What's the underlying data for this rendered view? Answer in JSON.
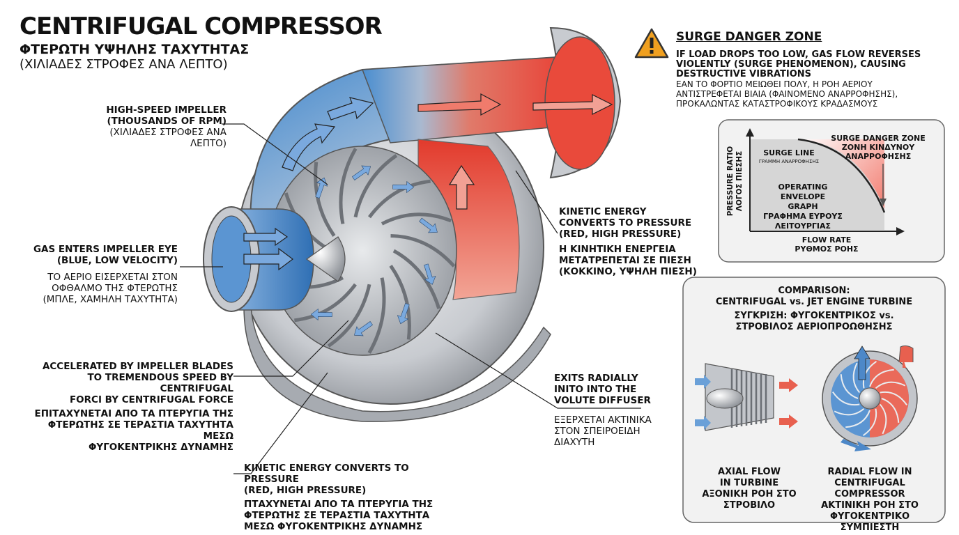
{
  "header": {
    "title": "CENTRIFUGAL COMPRESSOR",
    "subtitle": "ΦΤΕΡΩΤΗ ΥΨΗΛΗΣ ΤΑΧΥΤΗΤΑΣ",
    "subtitle_gr": "(ΧΙΛΙΑΔΕΣ ΣΤΡΟΦΕΣ ΑΝΑ ΛΕΠΤΟ)"
  },
  "callouts": {
    "impeller": {
      "en1": "HIGH-SPEED IMPELLER",
      "en2": "(THOUSANDS OF RPM)",
      "gr": "(ΧΙΛΙΑΔΕΣ ΣΤΡΟΦΕΣ ΑΝΑ ΛΕΠΤΟ)"
    },
    "inlet": {
      "en1": "GAS ENTERS IMPELLER EYE",
      "en2": "(BLUE, LOW VELOCITY)",
      "gr1": "ΤΟ ΑΕΡΙΟ ΕΙΣΕΡΧΕΤΑΙ ΣΤΟΝ",
      "gr2": "ΟΦΘΑΛΜΟ ΤΗΣ ΦΤΕΡΩΤΗΣ",
      "gr3": "(ΜΠΛΕ, ΧΑΜΗΛΗ ΤΑΧΥΤΗΤΑ)"
    },
    "accelerated": {
      "en1": "ACCELERATED BY IMPELLER BLADES",
      "en2": "TO TREMENDOUS SPEED BY CENTRIFUGAL",
      "en3": "FORCI BY CENTRIFUGAL FORCE",
      "gr1": "ΕΠΙΤΑΧΥΝΕΤΑΙ ΑΠΟ ΤΑ ΠΤΕΡΥΓΙΑ ΤΗΣ",
      "gr2": "ΦΤΕΡΩΤΗΣ ΣΕ ΤΕΡΑΣΤΙΑ ΤΑΧΥΤΗΤΑ ΜΕΣΩ",
      "gr3": "ΦΥΓΟΚΕΝΤΡΙΚΗΣ ΔΥΝΑΜΗΣ"
    },
    "kinetic_bottom": {
      "en1": "KINETIC ENERGY CONVERTS  TO PRESSURE",
      "en2": "(RED, HIGH PRESSURE)",
      "gr1": "ΠΤΑΧΥΝΕΤΑΙ ΑΠΟ ΤΑ ΠΤΕΡΥΓΙΑ ΤΗΣ",
      "gr2": "ΦΤΕΡΩΤΗΣ ΣΕ ΤΕΡΑΣΤΙΑ ΤΑΧΥΤΗΤΑ",
      "gr3": "ΜΕΣΩ ΦΥΓΟΚΕΝΤΡΙΚΗΣ ΔΥΝΑΜΗΣ"
    },
    "kinetic_right": {
      "en1": "KINETIC ENERGY",
      "en2": "CONVERTS TO PRESSURE",
      "en3": "(RED, HIGH PRESSURE)",
      "gr1": "Η ΚΙΝΗΤΙΚΗ ΕΝΕΡΓΕΙΑ",
      "gr2": "ΜΕΤΑΤΡΕΠΕΤΑΙ ΣΕ ΠΙΕΣΗ",
      "gr3": "(ΚΟΚΚΙΝΟ, ΥΨΗΛΗ ΠΙΕΣΗ)"
    },
    "exits": {
      "en1": "EXITS RADIALLY",
      "en2": "INITO INTO THE",
      "en3": "VOLUTE DIFFUSER",
      "gr1": "ΕΞΕΡΧΕΤΑΙ ΑΚΤΙΝΙΚΑ",
      "gr2": "ΣΤΟΝ ΣΠΕΙΡΟΕΙΔΗ",
      "gr3": "ΔΙΑΧΥΤΗ"
    }
  },
  "surge": {
    "title": "SURGE DANGER ZONE",
    "en1": "IF LOAD DROPS TOO LOW, GAS FLOW REVERSES",
    "en2": "VIOLENTLY (SURGE PHENOMENON), CAUSING",
    "en3": "DESTRUCTIVE VIBRATIONS",
    "gr1": "ΕΑΝ ΤΟ ΦΟΡΤΙΟ ΜΕΙΩΘΕΙ ΠΟΛΥ, Η ΡΟΗ ΑΕΡΙΟΥ",
    "gr2": "ΑΝΤΙΣΤΡΕΦΕΤΑΙ ΒΙΑΙΑ (ΦΑΙΝΟΜΕΝΟ ΑΝΑΡΡΟΦΗΣΗΣ),",
    "gr3": "ΠΡΟΚΑΛΩΝΤΑΣ ΚΑΤΑΣΤΡΟΦΙΚΟΥΣ ΚΡΑΔΑΣΜΟΥΣ",
    "icon": "warning-icon"
  },
  "graph": {
    "zone_en": "SURGE DANGER ZONE",
    "zone_gr1": "ΖΟΝΗ ΚΙΝΔΥΝΟΥ",
    "zone_gr2": "ΑΝΑΡΡΟΦΗΣΗΣ",
    "line_en": "SURGE LINE",
    "line_gr": "ΓΡΑΜΜΗ ΑΝΑΡΡΟΦΗΣΗΣ",
    "env1": "OPERATING ENVELOPE",
    "env2": "GRAPH",
    "env3": "ΓΡΑΦΗΜΑ ΕΥΡΟΥΣ",
    "env4": "ΛΕΙΤΟΥΡΓΙΑΣ",
    "ylabel1": "PRESSURE RATIO",
    "ylabel2": "ΛΟΓΟΣ ΠΙΕΣΗΣ",
    "xlabel1": "FLOW RATE",
    "xlabel2": "ΡΥΘΜΟΣ ΡΟΗΣ"
  },
  "comparison": {
    "t1": "COMPARISON:",
    "t2": "CENTRIFUGAL vs. JET ENGINE TURBINE",
    "t3": "ΣΥΓΚΡΙΣΗ: ΦΥΓΟΚΕΝΤΡΙΚΟΣ vs.",
    "t4": "ΣΤΡΟΒΙΛΟΣ ΑΕΡΙΟΠΡΟΩΘΗΣΗΣ",
    "axial1": "AXIAL FLOW",
    "axial2": "IN TURBINE",
    "axial3": "ΑΞΟΝΙΚΗ ΡΟΗ ΣΤΟ",
    "axial4": "ΣΤΡΟΒΙΛΟ",
    "radial1": "RADIAL FLOW IN",
    "radial2": "CENTRIFUGAL COMPRESSOR",
    "radial3": "ΑΚΤΙΝΙΚΗ ΡΟΗ ΣΤΟ",
    "radial4": "ΦΥΓΟΚΕΝΤΡΙΚΟ ΣΥΜΠΙΕΣΤΗ"
  },
  "colors": {
    "low_velocity": "#3b82c4",
    "high_pressure": "#e0483a",
    "warning": "#f0a020",
    "metal": "#b8bcc2"
  }
}
